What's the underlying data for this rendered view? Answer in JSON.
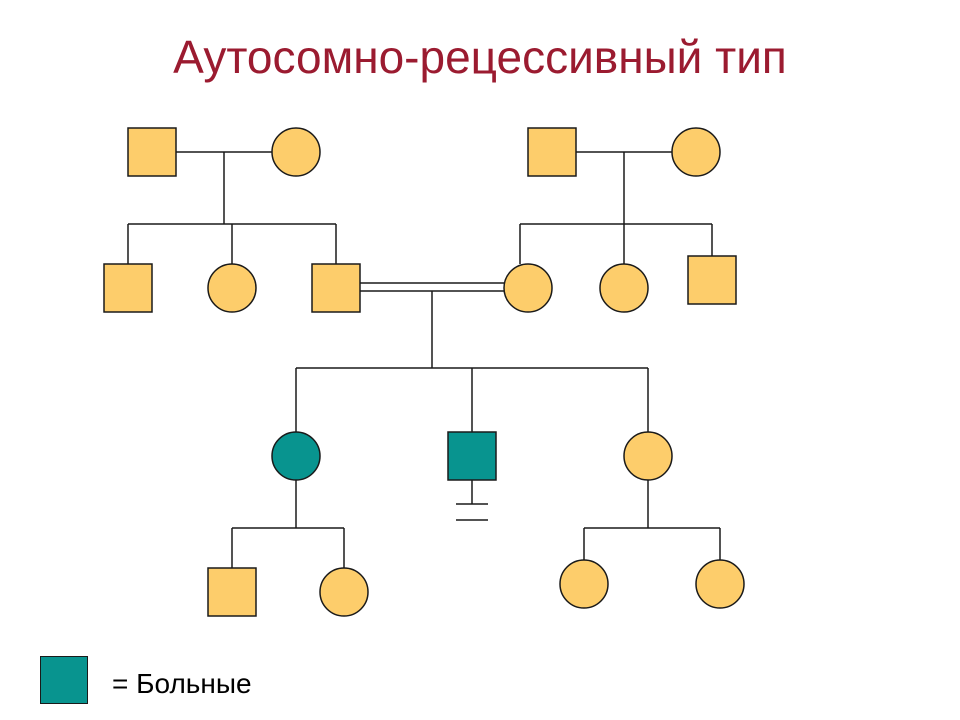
{
  "title": "Аутосомно-рецессивный тип",
  "legend": {
    "label": "= Больные"
  },
  "colors": {
    "unaffected": "#fdcd6b",
    "affected": "#08948f",
    "line": "#1a1a1a",
    "title": "#9b1b30"
  },
  "individuals": [
    {
      "id": "g1-paternal-grandfather",
      "sex": "male",
      "affected": false
    },
    {
      "id": "g1-paternal-grandmother",
      "sex": "female",
      "affected": false
    },
    {
      "id": "g1-maternal-grandfather",
      "sex": "male",
      "affected": false
    },
    {
      "id": "g1-maternal-grandmother",
      "sex": "female",
      "affected": false
    },
    {
      "id": "g2-uncle",
      "sex": "male",
      "affected": false
    },
    {
      "id": "g2-aunt",
      "sex": "female",
      "affected": false
    },
    {
      "id": "g2-father",
      "sex": "male",
      "affected": false
    },
    {
      "id": "g2-mother",
      "sex": "female",
      "affected": false
    },
    {
      "id": "g2-maternal-aunt",
      "sex": "female",
      "affected": false
    },
    {
      "id": "g2-maternal-uncle",
      "sex": "male",
      "affected": false
    },
    {
      "id": "g3-daughter-1",
      "sex": "female",
      "affected": true
    },
    {
      "id": "g3-son",
      "sex": "male",
      "affected": true,
      "no_offspring": true
    },
    {
      "id": "g3-daughter-2",
      "sex": "female",
      "affected": false
    },
    {
      "id": "g4-grandson-1",
      "sex": "male",
      "affected": false
    },
    {
      "id": "g4-granddaughter-1",
      "sex": "female",
      "affected": false
    },
    {
      "id": "g4-granddaughter-2",
      "sex": "female",
      "affected": false
    },
    {
      "id": "g4-granddaughter-3",
      "sex": "female",
      "affected": false
    }
  ],
  "relationships": {
    "consanguineous_marriage": [
      "g2-father",
      "g2-mother"
    ]
  }
}
